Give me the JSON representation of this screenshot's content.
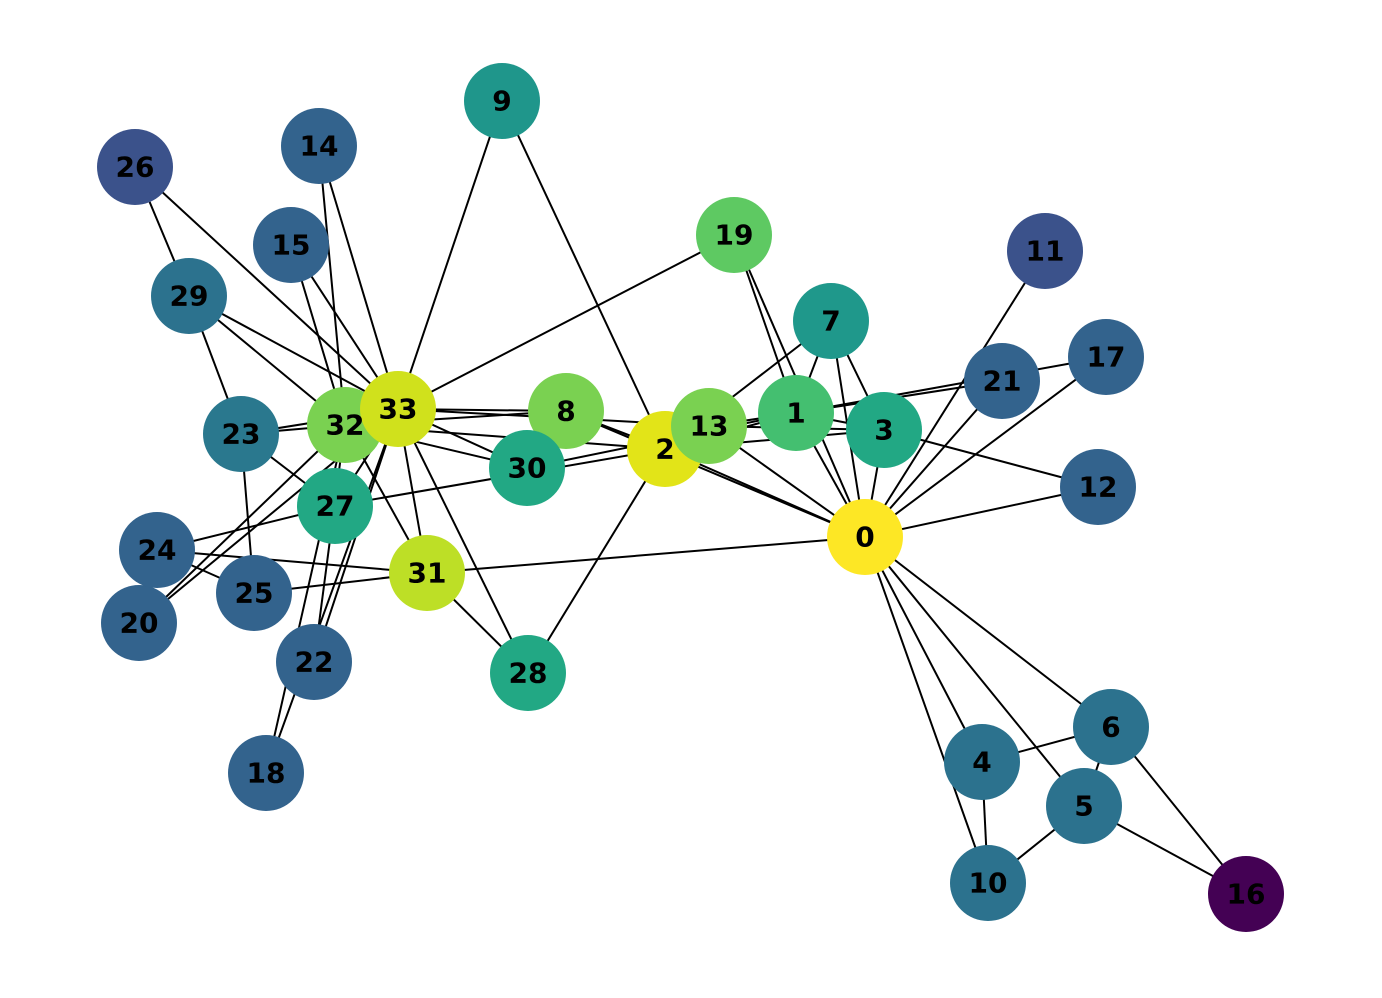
{
  "graph": {
    "nodes": [
      {
        "id": "0",
        "color": "#fde725"
      },
      {
        "id": "1",
        "color": "#44bf70"
      },
      {
        "id": "2",
        "color": "#e2e418"
      },
      {
        "id": "3",
        "color": "#22a884"
      },
      {
        "id": "4",
        "color": "#2c728e"
      },
      {
        "id": "5",
        "color": "#2c728e"
      },
      {
        "id": "6",
        "color": "#2c728e"
      },
      {
        "id": "7",
        "color": "#1f988b"
      },
      {
        "id": "8",
        "color": "#7ad151"
      },
      {
        "id": "9",
        "color": "#1f968b"
      },
      {
        "id": "10",
        "color": "#2c728e"
      },
      {
        "id": "11",
        "color": "#3b528b"
      },
      {
        "id": "12",
        "color": "#33638d"
      },
      {
        "id": "13",
        "color": "#7ad151"
      },
      {
        "id": "14",
        "color": "#33638d"
      },
      {
        "id": "15",
        "color": "#33638d"
      },
      {
        "id": "16",
        "color": "#440154"
      },
      {
        "id": "17",
        "color": "#33638d"
      },
      {
        "id": "18",
        "color": "#33638d"
      },
      {
        "id": "19",
        "color": "#5ec962"
      },
      {
        "id": "20",
        "color": "#33638d"
      },
      {
        "id": "21",
        "color": "#33638d"
      },
      {
        "id": "22",
        "color": "#33638d"
      },
      {
        "id": "23",
        "color": "#2a788e"
      },
      {
        "id": "24",
        "color": "#33638d"
      },
      {
        "id": "25",
        "color": "#33638d"
      },
      {
        "id": "26",
        "color": "#3b528b"
      },
      {
        "id": "27",
        "color": "#22a884"
      },
      {
        "id": "28",
        "color": "#22a884"
      },
      {
        "id": "29",
        "color": "#2c728e"
      },
      {
        "id": "30",
        "color": "#22a884"
      },
      {
        "id": "31",
        "color": "#bddf26"
      },
      {
        "id": "32",
        "color": "#7ad151"
      },
      {
        "id": "33",
        "color": "#d0e11c"
      }
    ],
    "edges": [
      [
        0,
        1
      ],
      [
        0,
        2
      ],
      [
        0,
        3
      ],
      [
        0,
        4
      ],
      [
        0,
        5
      ],
      [
        0,
        6
      ],
      [
        0,
        7
      ],
      [
        0,
        8
      ],
      [
        0,
        10
      ],
      [
        0,
        11
      ],
      [
        0,
        12
      ],
      [
        0,
        13
      ],
      [
        0,
        17
      ],
      [
        0,
        19
      ],
      [
        0,
        21
      ],
      [
        0,
        31
      ],
      [
        1,
        2
      ],
      [
        1,
        3
      ],
      [
        1,
        7
      ],
      [
        1,
        13
      ],
      [
        1,
        17
      ],
      [
        1,
        19
      ],
      [
        1,
        21
      ],
      [
        1,
        30
      ],
      [
        2,
        3
      ],
      [
        2,
        7
      ],
      [
        2,
        8
      ],
      [
        2,
        9
      ],
      [
        2,
        13
      ],
      [
        2,
        27
      ],
      [
        2,
        28
      ],
      [
        2,
        32
      ],
      [
        3,
        7
      ],
      [
        3,
        12
      ],
      [
        3,
        13
      ],
      [
        4,
        6
      ],
      [
        4,
        10
      ],
      [
        5,
        6
      ],
      [
        5,
        10
      ],
      [
        5,
        16
      ],
      [
        6,
        16
      ],
      [
        8,
        30
      ],
      [
        8,
        32
      ],
      [
        8,
        33
      ],
      [
        9,
        33
      ],
      [
        13,
        33
      ],
      [
        14,
        32
      ],
      [
        14,
        33
      ],
      [
        15,
        32
      ],
      [
        15,
        33
      ],
      [
        18,
        32
      ],
      [
        18,
        33
      ],
      [
        19,
        33
      ],
      [
        20,
        32
      ],
      [
        20,
        33
      ],
      [
        22,
        32
      ],
      [
        22,
        33
      ],
      [
        23,
        25
      ],
      [
        23,
        27
      ],
      [
        23,
        29
      ],
      [
        23,
        32
      ],
      [
        23,
        33
      ],
      [
        24,
        25
      ],
      [
        24,
        27
      ],
      [
        24,
        31
      ],
      [
        25,
        31
      ],
      [
        26,
        29
      ],
      [
        26,
        33
      ],
      [
        27,
        33
      ],
      [
        28,
        31
      ],
      [
        28,
        33
      ],
      [
        29,
        32
      ],
      [
        29,
        33
      ],
      [
        30,
        32
      ],
      [
        30,
        33
      ],
      [
        31,
        32
      ],
      [
        31,
        33
      ],
      [
        32,
        33
      ]
    ]
  }
}
